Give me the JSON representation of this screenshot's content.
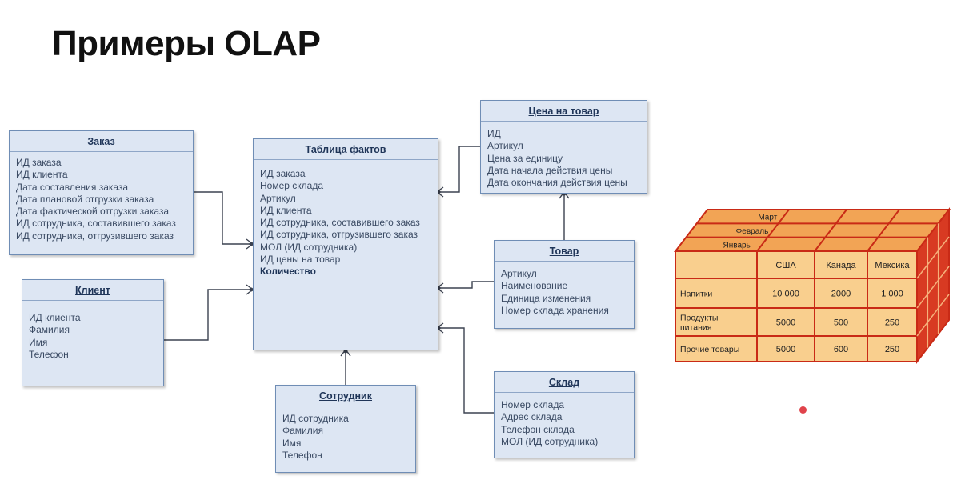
{
  "title": "Примеры OLAP",
  "entities": {
    "order": {
      "header": "Заказ",
      "rows": [
        "ИД заказа",
        "ИД клиента",
        "Дата составления заказа",
        "Дата плановой отгрузки заказа",
        "Дата фактической отгрузки заказа",
        "ИД сотрудника, составившего заказ",
        "ИД сотрудника, отгрузившего заказ"
      ]
    },
    "client": {
      "header": "Клиент",
      "rows": [
        "ИД клиента",
        "Фамилия",
        "Имя",
        "Телефон"
      ]
    },
    "facts": {
      "header": "Таблица фактов",
      "rows": [
        "ИД заказа",
        "Номер склада",
        "Артикул",
        "ИД клиента",
        "ИД сотрудника, составившего заказ",
        "ИД сотрудника, отгрузившего заказ",
        "МОЛ (ИД сотрудника)",
        "ИД цены на товар"
      ],
      "bold_row": "Количество"
    },
    "price": {
      "header": "Цена на товар",
      "rows": [
        "ИД",
        "Артикул",
        "Цена за единицу",
        "Дата начала действия цены",
        "Дата окончания действия цены"
      ]
    },
    "product": {
      "header": "Товар",
      "rows": [
        "Артикул",
        "Наименование",
        "Единица изменения",
        "Номер склада хранения"
      ]
    },
    "employee": {
      "header": "Сотрудник",
      "rows": [
        "ИД сотрудника",
        "Фамилия",
        "Имя",
        "Телефон"
      ]
    },
    "warehouse": {
      "header": "Склад",
      "rows": [
        "Номер склада",
        "Адрес склада",
        "Телефон склада",
        "МОЛ (ИД сотрудника)"
      ]
    }
  },
  "cube": {
    "months": [
      "Март",
      "Февраль",
      "Январь"
    ],
    "columns": [
      "США",
      "Канада",
      "Мексика"
    ],
    "rows": [
      {
        "label": "Напитки",
        "values": [
          "10 000",
          "2000",
          "1 000"
        ]
      },
      {
        "label": "Продукты питания",
        "values": [
          "5000",
          "500",
          "250"
        ]
      },
      {
        "label": "Прочие товары",
        "values": [
          "5000",
          "600",
          "250"
        ]
      }
    ],
    "colors": {
      "face": "#f9cf8e",
      "top": "#f2a455",
      "side": "#d83a22",
      "grid": "#c92a16"
    }
  }
}
